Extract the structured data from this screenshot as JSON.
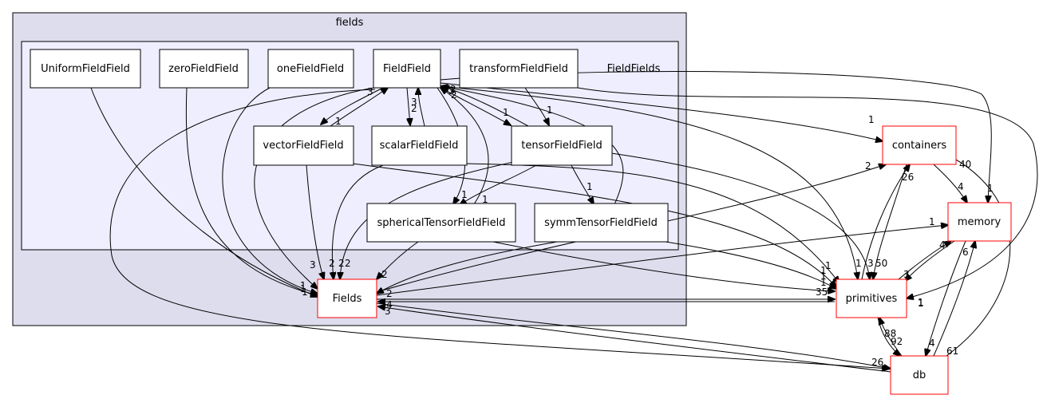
{
  "diagram": {
    "outer_cluster": {
      "title": "fields"
    },
    "inner_cluster": {
      "label": "FieldFields"
    },
    "colors": {
      "outer_fill": "#ddddee",
      "inner_fill": "#eeeeff",
      "node_fill": "#ffffff",
      "border": "#000000",
      "external_border": "#ff0000",
      "edge": "#000000"
    },
    "nodes": [
      {
        "id": "UniformFieldField",
        "label": "UniformFieldField",
        "kind": "internal"
      },
      {
        "id": "zeroFieldField",
        "label": "zeroFieldField",
        "kind": "internal"
      },
      {
        "id": "oneFieldField",
        "label": "oneFieldField",
        "kind": "internal"
      },
      {
        "id": "FieldField",
        "label": "FieldField",
        "kind": "internal"
      },
      {
        "id": "transformFieldField",
        "label": "transformFieldField",
        "kind": "internal"
      },
      {
        "id": "vectorFieldField",
        "label": "vectorFieldField",
        "kind": "internal"
      },
      {
        "id": "scalarFieldField",
        "label": "scalarFieldField",
        "kind": "internal"
      },
      {
        "id": "tensorFieldField",
        "label": "tensorFieldField",
        "kind": "internal"
      },
      {
        "id": "sphericalTensorFieldField",
        "label": "sphericalTensorFieldField",
        "kind": "internal"
      },
      {
        "id": "symmTensorFieldField",
        "label": "symmTensorFieldField",
        "kind": "internal"
      },
      {
        "id": "Fields",
        "label": "Fields",
        "kind": "external"
      },
      {
        "id": "containers",
        "label": "containers",
        "kind": "external"
      },
      {
        "id": "memory",
        "label": "memory",
        "kind": "external"
      },
      {
        "id": "primitives",
        "label": "primitives",
        "kind": "external"
      },
      {
        "id": "db",
        "label": "db",
        "kind": "external"
      }
    ],
    "edges": [
      {
        "from": "UniformFieldField",
        "to": "Fields",
        "label": "1"
      },
      {
        "from": "zeroFieldField",
        "to": "Fields",
        "label": "1"
      },
      {
        "from": "oneFieldField",
        "to": "Fields",
        "label": "1"
      },
      {
        "from": "FieldField",
        "to": "Fields",
        "label": "3"
      },
      {
        "from": "FieldField",
        "to": "vectorFieldField",
        "label": "1"
      },
      {
        "from": "vectorFieldField",
        "to": "FieldField",
        "label": "3"
      },
      {
        "from": "FieldField",
        "to": "scalarFieldField",
        "label": "2"
      },
      {
        "from": "scalarFieldField",
        "to": "FieldField",
        "label": "3"
      },
      {
        "from": "FieldField",
        "to": "tensorFieldField",
        "label": "1"
      },
      {
        "from": "tensorFieldField",
        "to": "FieldField",
        "label": "3"
      },
      {
        "from": "FieldField",
        "to": "sphericalTensorFieldField",
        "label": "1"
      },
      {
        "from": "sphericalTensorFieldField",
        "to": "FieldField",
        "label": "2"
      },
      {
        "from": "symmTensorFieldField",
        "to": "FieldField",
        "label": "2"
      },
      {
        "from": "FieldField",
        "to": "containers",
        "label": "1"
      },
      {
        "from": "FieldField",
        "to": "memory",
        "label": "1"
      },
      {
        "from": "FieldField",
        "to": "primitives",
        "label": "1"
      },
      {
        "from": "FieldField",
        "to": "db",
        "label": "26"
      },
      {
        "from": "transformFieldField",
        "to": "tensorFieldField",
        "label": "1"
      },
      {
        "from": "transformFieldField",
        "to": "primitives",
        "label": "1"
      },
      {
        "from": "vectorFieldField",
        "to": "Fields",
        "label": "2"
      },
      {
        "from": "vectorFieldField",
        "to": "primitives",
        "label": "1"
      },
      {
        "from": "scalarFieldField",
        "to": "Fields",
        "label": "2"
      },
      {
        "from": "scalarFieldField",
        "to": "primitives",
        "label": "1"
      },
      {
        "from": "tensorFieldField",
        "to": "sphericalTensorFieldField",
        "label": "1"
      },
      {
        "from": "tensorFieldField",
        "to": "symmTensorFieldField",
        "label": "1"
      },
      {
        "from": "tensorFieldField",
        "to": "Fields",
        "label": "2"
      },
      {
        "from": "tensorFieldField",
        "to": "primitives",
        "label": "1"
      },
      {
        "from": "sphericalTensorFieldField",
        "to": "Fields",
        "label": "2"
      },
      {
        "from": "sphericalTensorFieldField",
        "to": "primitives",
        "label": "3"
      },
      {
        "from": "symmTensorFieldField",
        "to": "Fields",
        "label": "4"
      },
      {
        "from": "symmTensorFieldField",
        "to": "primitives",
        "label": "1"
      },
      {
        "from": "Fields",
        "to": "containers",
        "label": "2"
      },
      {
        "from": "Fields",
        "to": "memory",
        "label": "1"
      },
      {
        "from": "Fields",
        "to": "primitives",
        "label": "35"
      },
      {
        "from": "Fields",
        "to": "db",
        "label": "2"
      },
      {
        "from": "containers",
        "to": "memory",
        "label": "4"
      },
      {
        "from": "containers",
        "to": "primitives",
        "label": "50"
      },
      {
        "from": "primitives",
        "to": "containers",
        "label": "26"
      },
      {
        "from": "memory",
        "to": "primitives",
        "label": "3"
      },
      {
        "from": "primitives",
        "to": "memory",
        "label": "4"
      },
      {
        "from": "memory",
        "to": "db",
        "label": "4"
      },
      {
        "from": "db",
        "to": "memory",
        "label": "6"
      },
      {
        "from": "primitives",
        "to": "db",
        "label": "92"
      },
      {
        "from": "db",
        "to": "primitives",
        "label": "88"
      },
      {
        "from": "db",
        "to": "containers",
        "label": "61"
      },
      {
        "from": "db",
        "to": "Fields",
        "label": "3"
      },
      {
        "from": "containers",
        "to": "primitives",
        "label": "40"
      },
      {
        "from": "memory",
        "to": "primitives",
        "label": "1"
      }
    ]
  }
}
